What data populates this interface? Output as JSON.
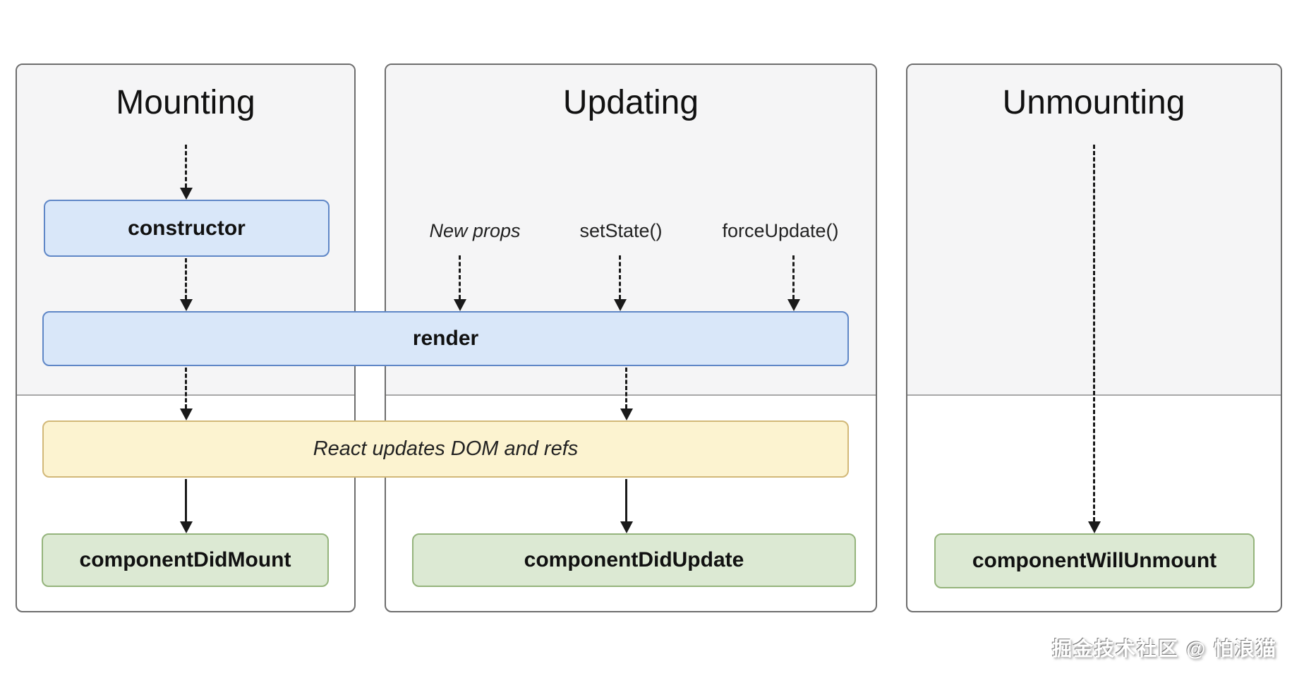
{
  "columns": {
    "mounting": {
      "title": "Mounting"
    },
    "updating": {
      "title": "Updating",
      "triggers": {
        "new_props": "New props",
        "set_state": "setState()",
        "force_update": "forceUpdate()"
      }
    },
    "unmounting": {
      "title": "Unmounting"
    }
  },
  "boxes": {
    "ctor": {
      "label": "constructor"
    },
    "render": {
      "label": "render"
    },
    "react_updates": {
      "label": "React updates DOM and refs"
    },
    "did_mount": {
      "label": "componentDidMount"
    },
    "did_update": {
      "label": "componentDidUpdate"
    },
    "will_unmount": {
      "label": "componentWillUnmount"
    }
  },
  "watermark": "掘金技术社区 @ 怕浪猫",
  "colors": {
    "lifecycle_method_fill": "#d9e7f9",
    "lifecycle_method_border": "#5f87c7",
    "side_effect_fill": "#fcf3d0",
    "side_effect_border": "#d2b878",
    "commit_fill": "#dce9d3",
    "commit_border": "#95b47c",
    "panel_background": "#f5f5f6",
    "panel_border": "#6d6d6d",
    "divider": "#a8a8a8",
    "arrow": "#1a1a1a"
  }
}
